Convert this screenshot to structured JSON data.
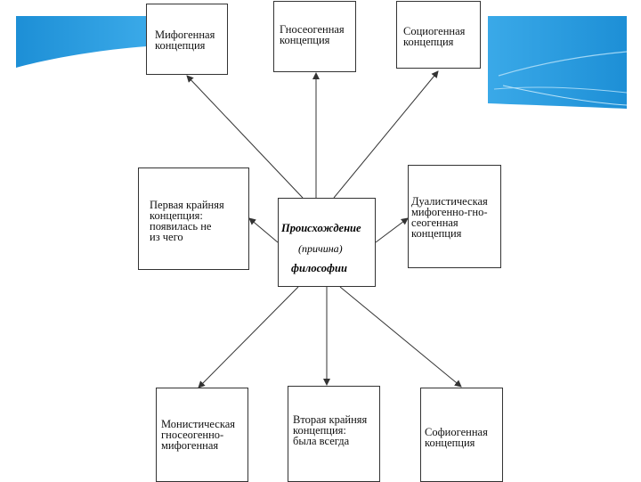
{
  "diagram": {
    "center": {
      "line1": "Происхождение",
      "line2": "(причина)",
      "line3": "философии"
    },
    "nodes": [
      {
        "id": "mythogenic",
        "text": "Мифогенная\nконцепция"
      },
      {
        "id": "gnoseogenic",
        "text": "Гносеогенная\nконцепция"
      },
      {
        "id": "sociogenic",
        "text": "Социогенная\nконцепция"
      },
      {
        "id": "first-extreme",
        "text": "Первая крайняя\nконцепция:\nпоявилась не\nиз чего"
      },
      {
        "id": "dualistic",
        "text": "Дуалистическая\nмифогенно-гно-\nсеогенная\nконцепция"
      },
      {
        "id": "monistic",
        "text": "Монистическая\nгносеогенно-\nмифогенная"
      },
      {
        "id": "second-extreme",
        "text": "Вторая крайняя\nконцепция:\nбыла всегда"
      },
      {
        "id": "sophiogenic",
        "text": "Софиогенная\nконцепция"
      }
    ]
  },
  "colors": {
    "accent": "#2ea7e6",
    "line": "#333333"
  }
}
